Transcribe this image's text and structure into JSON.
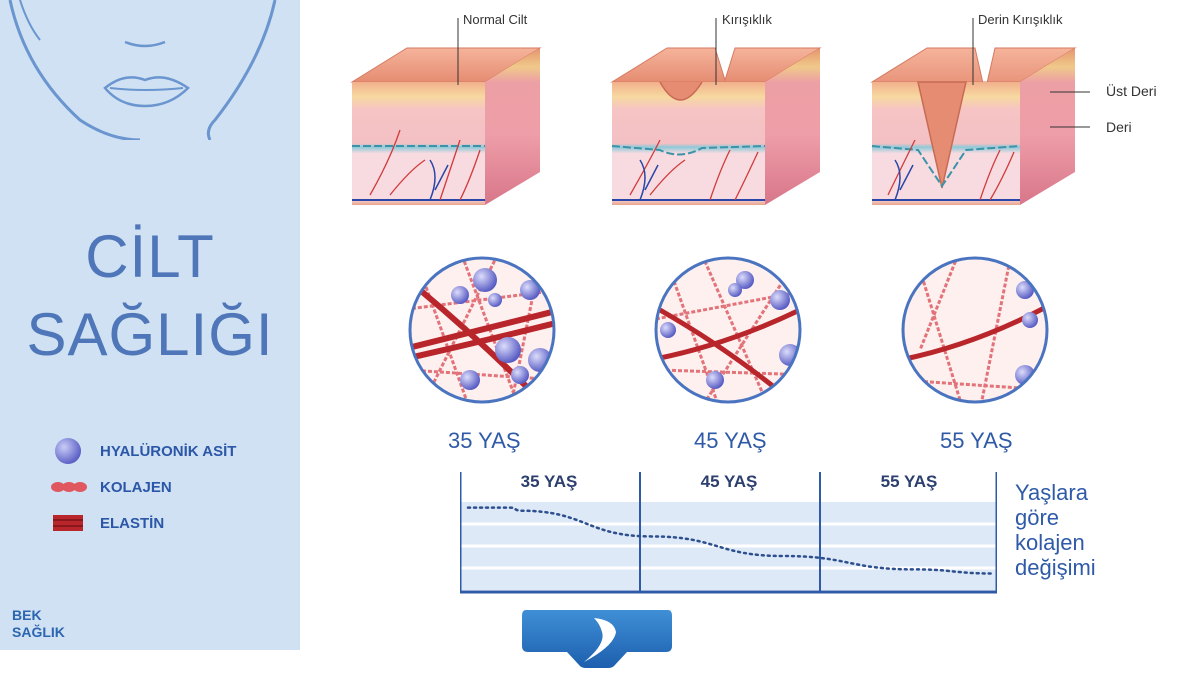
{
  "sidebar": {
    "title_line1": "CİLT",
    "title_line2": "SAĞLIĞI",
    "legend": [
      {
        "label": "HYALÜRONİK ASİT",
        "icon": "hyaluronic-acid-sphere-icon"
      },
      {
        "label": "KOLAJEN",
        "icon": "collagen-chain-icon"
      },
      {
        "label": "ELASTİN",
        "icon": "elastin-band-icon"
      }
    ],
    "brand_line1": "BEK",
    "brand_line2": "SAĞLIK"
  },
  "skin_blocks": {
    "labels": [
      "Normal Cilt",
      "Kırışıklık",
      "Derin Kırışıklık"
    ],
    "layer_labels": [
      "Üst Deri",
      "Deri"
    ]
  },
  "ages": [
    "35 YAŞ",
    "45 YAŞ",
    "55 YAŞ"
  ],
  "chart": {
    "caption_lines": [
      "Yaşlara",
      "göre",
      "kolajen",
      "değişimi"
    ],
    "periods": [
      "35 YAŞ",
      "45 YAŞ",
      "55 YAŞ"
    ]
  },
  "chart_data": {
    "type": "line",
    "title": "Yaşlara göre kolajen değişimi",
    "categories": [
      "35 YAŞ",
      "45 YAŞ",
      "55 YAŞ"
    ],
    "x": [
      0,
      0.08,
      0.1,
      0.35,
      0.6,
      0.85,
      1.0
    ],
    "values": [
      0.8,
      0.8,
      0.77,
      0.52,
      0.33,
      0.2,
      0.16
    ],
    "ylim": [
      0,
      1
    ],
    "grid": true,
    "line_style": "dotted",
    "colors": {
      "line": "#2d4f8e",
      "band": "#dde9f6",
      "frame": "#2f5aa8"
    }
  },
  "colors": {
    "accent": "#2f5aa8",
    "sidebar": "#cfe1f2",
    "skin": "#e8907d",
    "elastin": "#b8262c"
  }
}
